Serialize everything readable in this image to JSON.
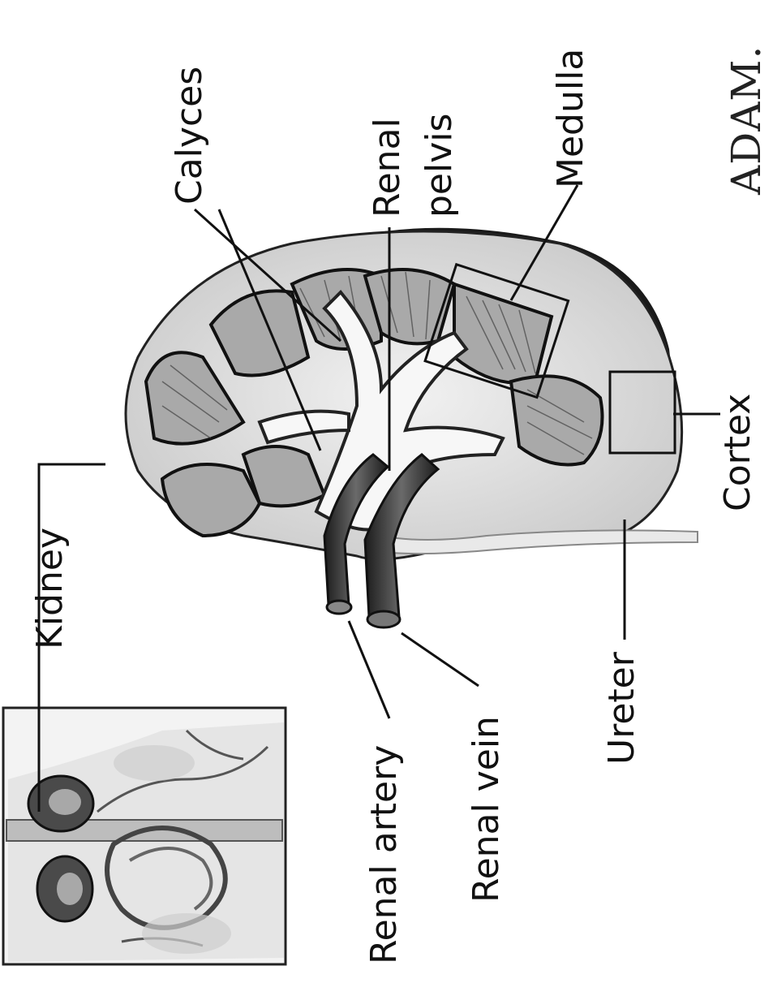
{
  "labels": {
    "kidney": "Kidney",
    "calyces": "Calyces",
    "renal_pelvis_line1": "Renal",
    "renal_pelvis_line2": "pelvis",
    "medulla": "Medulla",
    "cortex": "Cortex",
    "renal_artery": "Renal artery",
    "renal_vein": "Renal vein",
    "ureter": "Ureter"
  },
  "brand": "ADAM.",
  "colors": {
    "ink": "#111111",
    "tissue_light": "#e6e6e6",
    "tissue_mid": "#bdbdbd",
    "tissue_dark": "#3a3a3a"
  }
}
